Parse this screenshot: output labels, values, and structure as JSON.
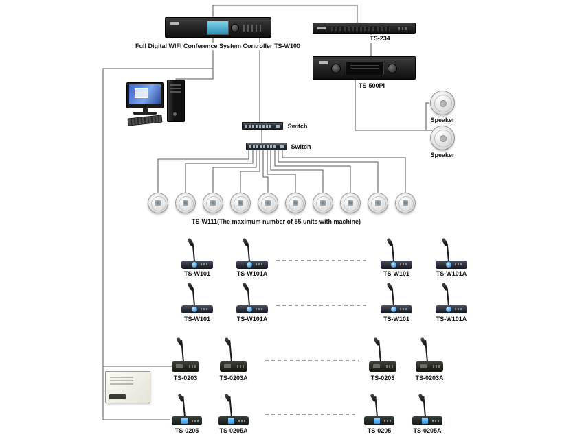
{
  "labels": {
    "controller": "Full Digital WIFI Conference System Controller TS-W100",
    "rack_unit": "TS-234",
    "amplifier": "TS-500PI",
    "speaker": "Speaker",
    "network_switch": "Switch",
    "wifi_unit_row": "TS-W111(The maximum number of 55 units with machine)"
  },
  "wifi_unit_count": 10,
  "mic_rows": [
    {
      "labels": [
        "TS-W101",
        "TS-W101A",
        "TS-W101",
        "TS-W101A"
      ]
    },
    {
      "labels": [
        "TS-W101",
        "TS-W101A",
        "TS-W101",
        "TS-W101A"
      ]
    },
    {
      "labels": [
        "TS-0203",
        "TS-0203A",
        "TS-0203",
        "TS-0203A"
      ]
    },
    {
      "labels": [
        "TS-0205",
        "TS-0205A",
        "TS-0205",
        "TS-0205A"
      ]
    }
  ],
  "colors": {
    "connection_line": "#555555",
    "dashed_line": "#3c3c3c",
    "device_body": "#1a1a1a",
    "screen_blue": "#2f86d2",
    "controller_screen_teal": "#3fa9c9"
  }
}
